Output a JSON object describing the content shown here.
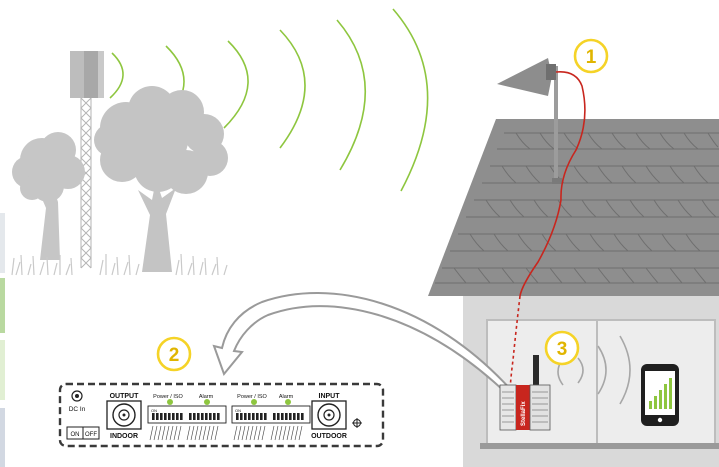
{
  "markers": {
    "one": "1",
    "two": "2",
    "three": "3"
  },
  "panel": {
    "dc_in": "DC In",
    "on": "ON",
    "off": "OFF",
    "output": "OUTPUT",
    "indoor": "INDOOR",
    "input": "INPUT",
    "outdoor": "OUTDOOR",
    "power_iso_1": "Power / ISO",
    "alarm_1": "Alarm",
    "power_iso_2": "Power / ISO",
    "alarm_2": "Alarm",
    "dip_on_1": "ON",
    "dip_on_2": "ON"
  },
  "booster_brand": "StellaFix",
  "colors": {
    "signal_green": "#8ec63f",
    "marker_yellow": "#f5d327",
    "cable_red": "#c8261e",
    "roof_gray": "#8c8c8c",
    "wall_gray": "#d9d9d9",
    "tree_gray": "#c4c4c4"
  },
  "icons": [
    "cell-tower-icon",
    "tree-icon",
    "yagi-antenna-icon",
    "signal-booster-icon",
    "smartphone-icon",
    "ground-symbol-icon"
  ]
}
